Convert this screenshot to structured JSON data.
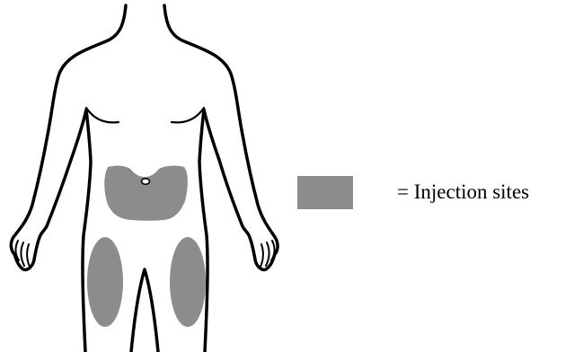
{
  "legend": {
    "label": "= Injection sites",
    "swatch_color": "#8c8c8c"
  },
  "colors": {
    "outline": "#000000",
    "injection_site": "#8c8c8c",
    "background": "#ffffff"
  },
  "injection_sites": [
    "abdomen",
    "left-thigh",
    "right-thigh"
  ]
}
